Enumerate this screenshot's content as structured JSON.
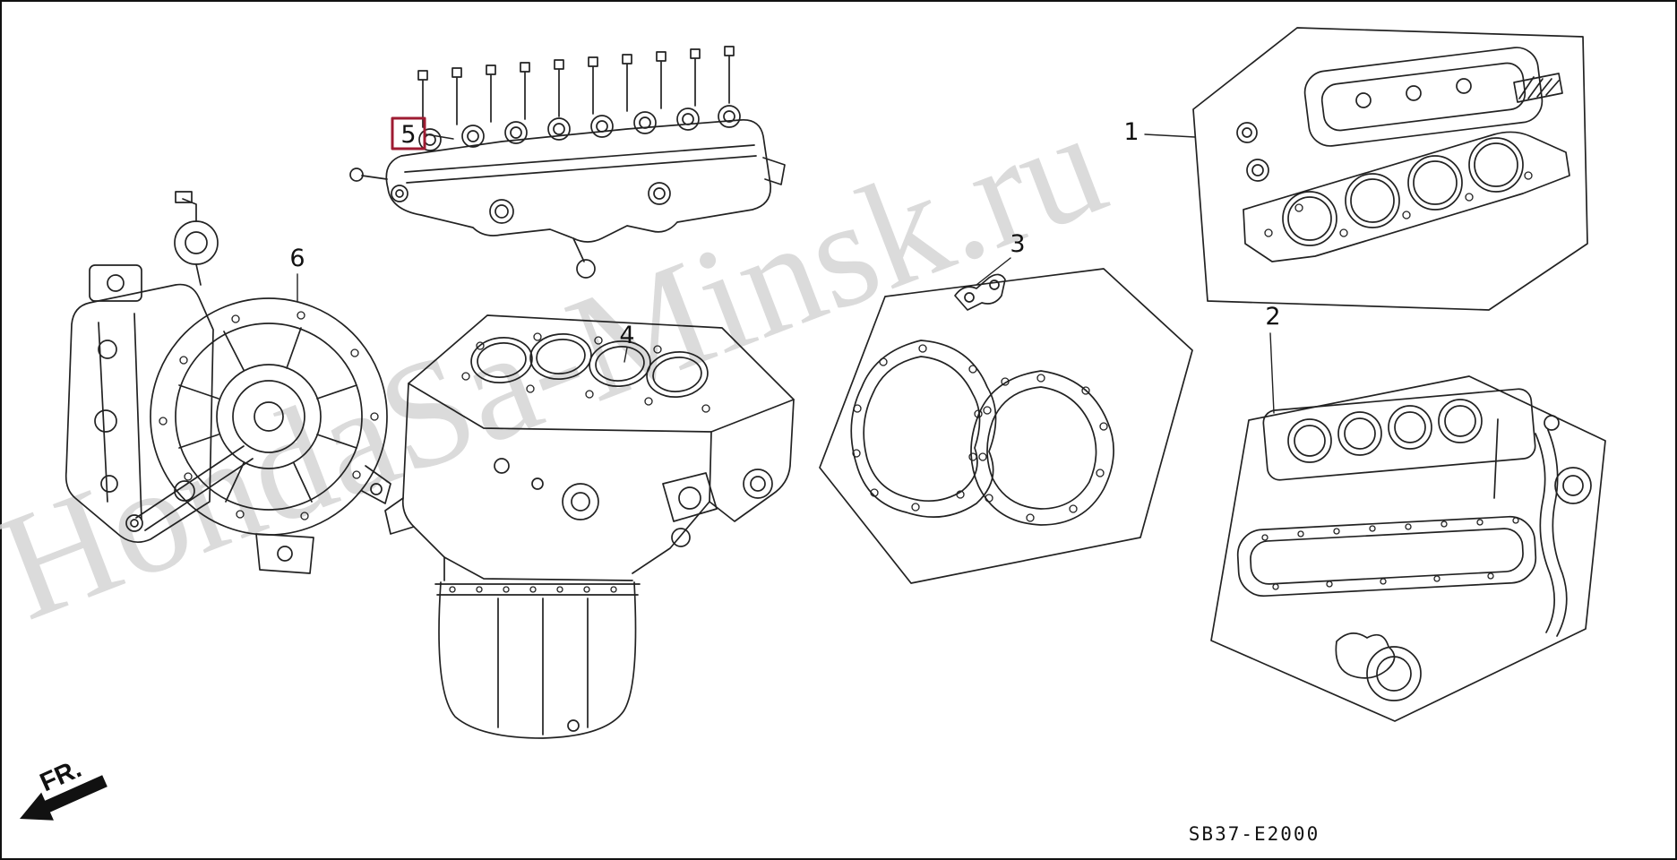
{
  "diagram": {
    "code": "SB37-E2000",
    "highlight_color": "#9e1b32",
    "callouts": [
      {
        "label": "1",
        "highlighted": false
      },
      {
        "label": "2",
        "highlighted": false
      },
      {
        "label": "3",
        "highlighted": false
      },
      {
        "label": "4",
        "highlighted": false
      },
      {
        "label": "5",
        "highlighted": true
      },
      {
        "label": "6",
        "highlighted": false
      }
    ]
  },
  "orientation": {
    "label": "FR."
  },
  "watermark": {
    "text": "HondaSa-Minsk.ru"
  }
}
